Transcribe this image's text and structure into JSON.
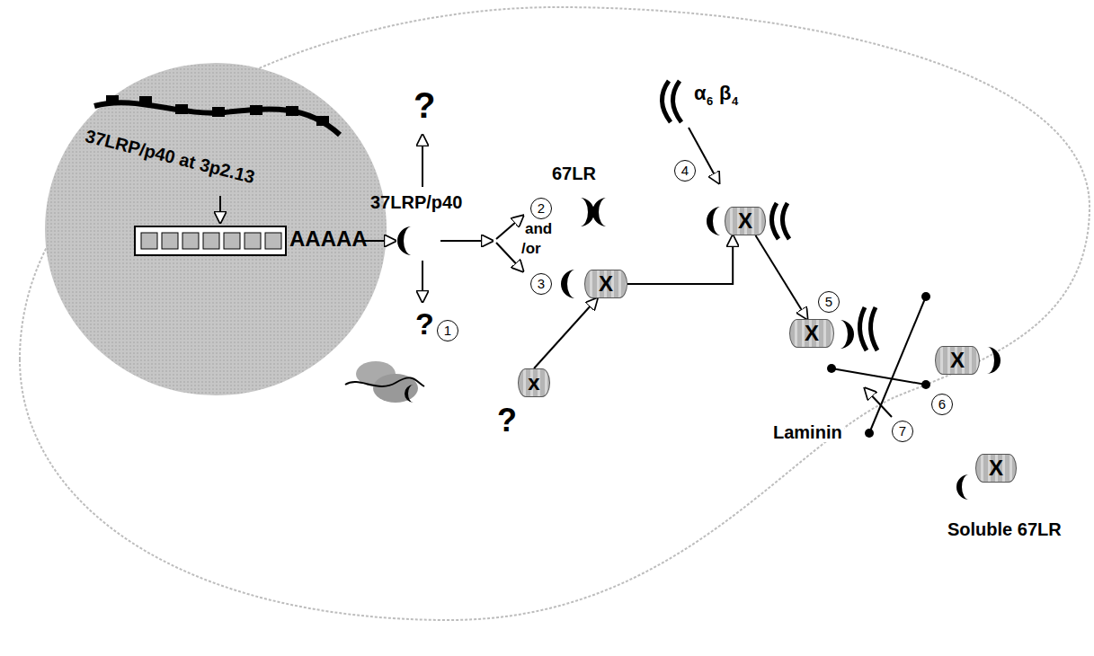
{
  "diagram": {
    "nodes": [
      {
        "text": [
          "X"
        ]
      },
      {
        "text": [
          "x"
        ]
      },
      {
        "text": [
          "X"
        ]
      },
      {
        "text": [
          "X"
        ]
      },
      {
        "text": [
          "X"
        ]
      },
      {
        "text": [
          "X"
        ]
      }
    ],
    "edges": [
      {
        "from": 1,
        "to": 0,
        "arrow": "to"
      },
      {
        "from": 0,
        "to": 2,
        "arrow": "to"
      },
      {
        "from": 2,
        "to": 3,
        "arrow": "to"
      }
    ],
    "labels": [
      "37LRP/p40 at 3p2.13",
      "AAAAA",
      "37LRP/p40",
      "?",
      "1",
      "?",
      "2",
      "67LR",
      "and",
      "/or",
      "3",
      "?",
      "α",
      "6",
      "β",
      "4",
      "4",
      "5",
      "6",
      "7",
      "Laminin",
      "Soluble 67LR"
    ]
  }
}
